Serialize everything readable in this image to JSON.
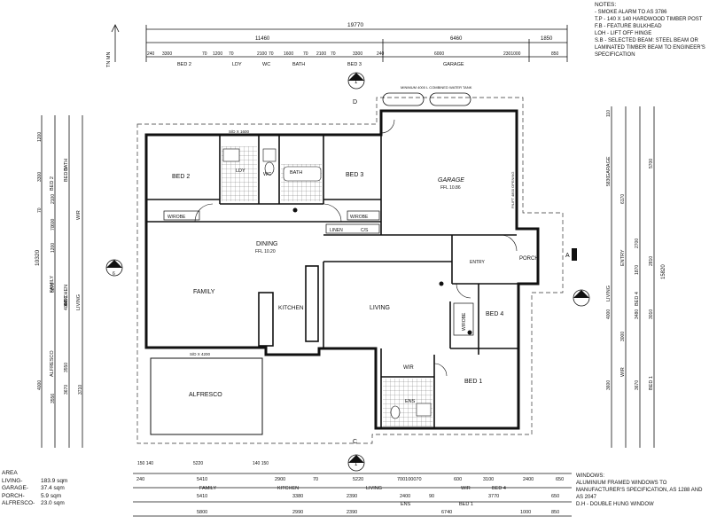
{
  "dimensions": {
    "top_overall": "19770",
    "top_mid_left": "11460",
    "top_mid_right": "6460",
    "top_mid_right2": "1850",
    "top_segments": [
      "240",
      "3300",
      "70",
      "1200",
      "70",
      "2100",
      "70",
      "1600",
      "70",
      "2100",
      "70",
      "3300",
      "240",
      "6000",
      "2301000",
      "850"
    ],
    "top_labels": [
      "BED 2",
      "LDY",
      "WC",
      "BATH",
      "BED 3",
      "GARAGE"
    ],
    "left_overall": "10320",
    "left_labels": [
      "BED 2",
      "BATH",
      "BED 3",
      "WIR",
      "FAMILY",
      "KITCHEN",
      "LIVING",
      "ALFRESCO"
    ],
    "left_values": [
      "1200",
      "3300",
      "70",
      "600",
      "2100",
      "70",
      "1200",
      "5870",
      "4450",
      "4000",
      "3550",
      "4000",
      "3556",
      "3670",
      "3710"
    ],
    "right_overall": "15820",
    "right_labels": [
      "GARAGE",
      "ENTRY",
      "LIVING",
      "WIR",
      "BED 4",
      "BED 1"
    ],
    "right_values": [
      "110",
      "5830",
      "6170",
      "5700",
      "2700",
      "2810",
      "1870",
      "3010",
      "4000",
      "3000",
      "3480",
      "3600",
      "3670"
    ],
    "bottom_segments": [
      "240",
      "5410",
      "2900",
      "70",
      "5220",
      "700100070",
      "600",
      "3100",
      "2400",
      "650"
    ],
    "bottom_labels": [
      "FAMILY",
      "KITCHEN",
      "LIVING",
      "WIR",
      "BED 4"
    ],
    "bottom_row2": [
      "5410",
      "3380",
      "2390",
      "2400",
      "90",
      "3770",
      "650"
    ],
    "bottom_row3_labels": [
      "ENS",
      "BED 1"
    ],
    "bottom_row3": [
      "5800",
      "2990",
      "2390",
      "6740",
      "1000",
      "850"
    ],
    "bottom_small": [
      "150 140",
      "5220",
      "140 150"
    ]
  },
  "rooms": {
    "bed2": "BED 2",
    "ldy": "LDY",
    "wc": "WC",
    "bath": "BATH",
    "bed3": "BED 3",
    "garage": "GARAGE",
    "garage_ffl": "FFL 10.86",
    "dining": "DINING",
    "dining_ffl": "FFL 10.20",
    "family": "FAMILY",
    "kitchen": "KITCHEN",
    "living": "LIVING",
    "entry": "ENTRY",
    "porch": "PORCH",
    "bed4": "BED 4",
    "bed1": "BED 1",
    "wir": "WIR",
    "ens": "ENS",
    "alfresco": "ALFRESCO",
    "wrobe_left": "W/ROBE",
    "wrobe_right": "W/ROBE",
    "wrobe_bed4": "W/ROBE",
    "linen": "LINEN",
    "cs": "C/S"
  },
  "annotations": {
    "water_tank": "MINIMUM 4000 L COMBINED WATER TANK",
    "garage_opening": "P/LIFT 4800 OPENING",
    "sd_top": "S/D X 1600",
    "sd_alfresco": "S/D X 4200",
    "marker_d": "D",
    "marker_c": "C",
    "marker_a": "A",
    "section_num": "1",
    "section_a_num": "6",
    "north": "TN MN"
  },
  "notes": {
    "title": "NOTES:",
    "items": [
      "- SMOKE ALARM TO AS 3786",
      "T.P - 140 X 140 HARDWOOD TIMBER POST",
      "F.B - FEATURE BULKHEAD",
      "LOH - LIFT OFF HINGE",
      "S.B - SELECTED BEAM: STEEL BEAM OR LAMINATED TIMBER BEAM TO ENGINEER'S SPECIFICATION"
    ]
  },
  "windows": {
    "title": "WINDOWS:",
    "text": "ALUMINIUM FRAMED WINDOWS TO MANUFACTURER'S SPECIFICATION, AS 1288 AND AS 2047",
    "dh": "D.H - DOUBLE HUNG WINDOW"
  },
  "area": {
    "title": "AREA",
    "rows": [
      {
        "label": "LIVING-",
        "value": "183.9 sqm"
      },
      {
        "label": "GARAGE-",
        "value": "37.4 sqm"
      },
      {
        "label": "PORCH-",
        "value": "5.9 sqm"
      },
      {
        "label": "ALFRESCO-",
        "value": "23.0 sqm"
      }
    ]
  }
}
